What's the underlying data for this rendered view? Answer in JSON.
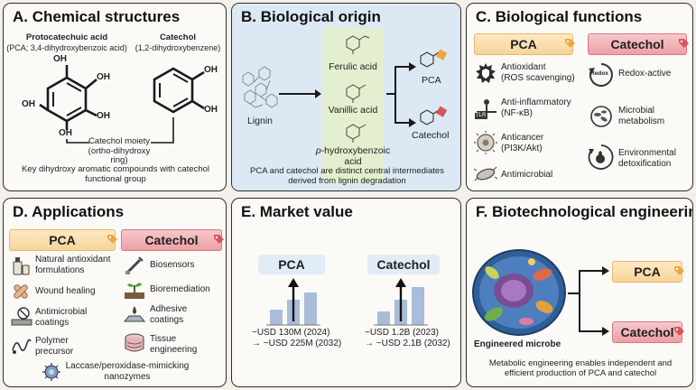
{
  "panelA": {
    "title": "A. Chemical structures",
    "pca_name": "Protocatechuic acid",
    "pca_sub": "(PCA; 3,4-dihydroxybenzoic acid)",
    "cat_name": "Catechol",
    "cat_sub": "(1,2-dihydroxybenzene)",
    "moiety_line1": "Catechol moiety",
    "moiety_line2": "(ortho-dihydroxy ring)",
    "caption_line1": "Key dihydroxy aromatic compounds with catechol",
    "caption_line2": "functional group",
    "oh": "OH"
  },
  "panelB": {
    "title": "B. Biological origin",
    "lignin": "Lignin",
    "ferulic": "Ferulic acid",
    "vanillic": "Vanillic acid",
    "phb_italic": "p",
    "phb_line1": "-hydroxybenzoic",
    "phb_line2": "acid",
    "pca": "PCA",
    "catechol": "Catechol",
    "caption_line1": "PCA and catechol are distinct central intermediates",
    "caption_line2": "derived from lignin degradation"
  },
  "panelC": {
    "title": "C. Biological functions",
    "pca_tag": "PCA",
    "cat_tag": "Catechol",
    "antiox_1": "Antioxidant",
    "antiox_2": "(ROS scavenging)",
    "antiinf_1": "Anti-inflammatory",
    "antiinf_2": "(NF-κB)",
    "tlr": "TLR",
    "anticancer_1": "Anticancer",
    "anticancer_2": "(PI3K/Akt)",
    "antimicrobial": "Antimicrobial",
    "redox_badge": "Redox",
    "redox": "Redox-active",
    "microbial_1": "Microbial",
    "microbial_2": "metabolism",
    "env_1": "Environmental",
    "env_2": "detoxification"
  },
  "panelD": {
    "title": "D. Applications",
    "pca_tag": "PCA",
    "cat_tag": "Catechol",
    "pca_items": [
      {
        "l1": "Natural antioxidant",
        "l2": "formulations"
      },
      {
        "l1": "Wound healing",
        "l2": ""
      },
      {
        "l1": "Antimicrobial",
        "l2": "coatings"
      },
      {
        "l1": "Polymer",
        "l2": "precursor"
      }
    ],
    "cat_items": [
      {
        "l1": "Biosensors",
        "l2": ""
      },
      {
        "l1": "Bioremediation",
        "l2": ""
      },
      {
        "l1": "Adhesive",
        "l2": "coatings"
      },
      {
        "l1": "Tissue",
        "l2": "engineering"
      }
    ],
    "nano_1": "Laccase/peroxidase-mimicking",
    "nano_2": "nanozymes"
  },
  "panelE": {
    "title": "E. Market value",
    "pca_label": "PCA",
    "cat_label": "Catechol",
    "pca_v1": "~USD 130M (2024)",
    "pca_v2": "→ ~USD 225M (2032)",
    "cat_v1": "~USD 1.2B (2023)",
    "cat_v2": "→ ~USD 2.1B (2032)"
  },
  "panelF": {
    "title": "F. Biotechnological engineering",
    "pca_tag": "PCA",
    "cat_tag": "Catechol",
    "microbe": "Engineered microbe",
    "caption_line1": "Metabolic engineering enables independent and",
    "caption_line2": "efficient production of PCA and catechol"
  },
  "colors": {
    "pca": "#f7d49a",
    "catechol": "#ec9fa5",
    "panel_b_bg": "#dce9f4",
    "bar": "#a9bcd8"
  }
}
